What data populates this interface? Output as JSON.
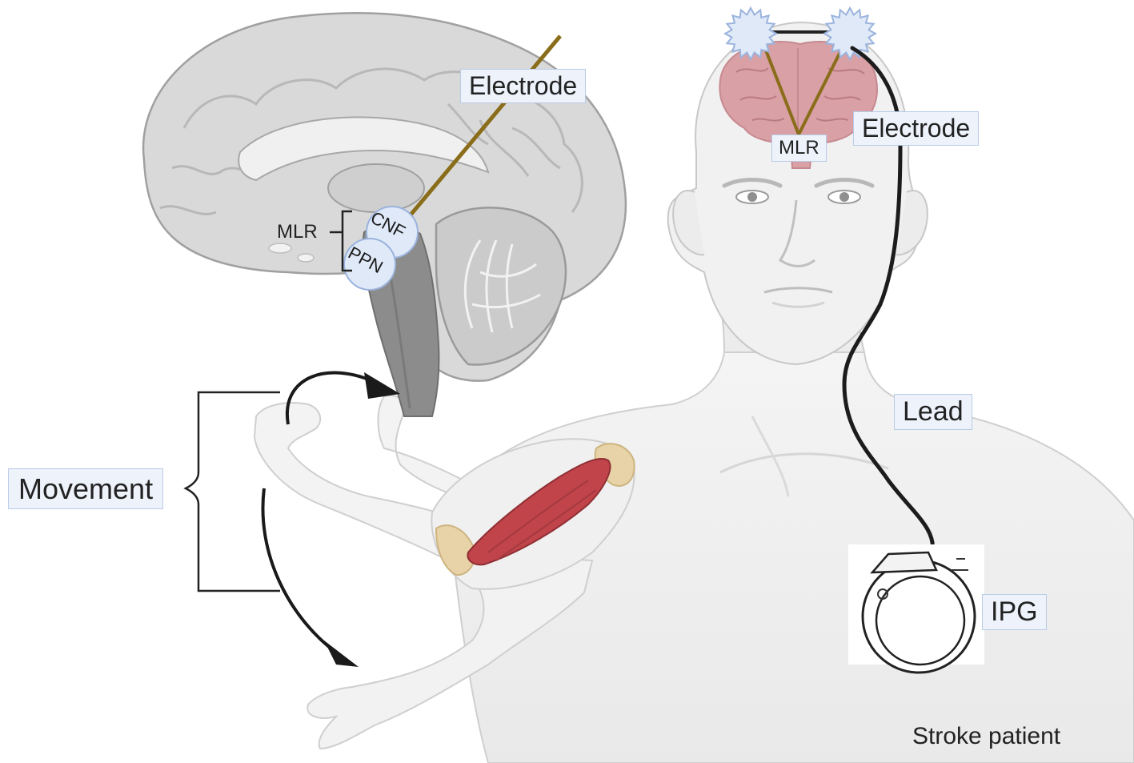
{
  "labels": {
    "electrode_left": "Electrode",
    "electrode_right": "Electrode",
    "mlr_left": "MLR",
    "mlr_right": "MLR",
    "cnf": "CNF",
    "ppn": "PPN",
    "movement": "Movement",
    "lead": "Lead",
    "ipg": "IPG",
    "stroke_patient": "Stroke patient"
  },
  "colors": {
    "brain_gray": "#d6d6d6",
    "brain_outline": "#9a9a9a",
    "brainstem": "#8c8c8c",
    "electrode_gold": "#8a6d1a",
    "skin": "#efefef",
    "skin_outline": "#c8c8c8",
    "muscle_red": "#c0444a",
    "tendon": "#e8d3a8",
    "pink_brain": "#d9a0a6",
    "label_fill": "#eef3fb",
    "label_border": "#b9cbe6",
    "stim_blue": "#dfe9f8",
    "stim_outline": "#9bb3dd"
  }
}
